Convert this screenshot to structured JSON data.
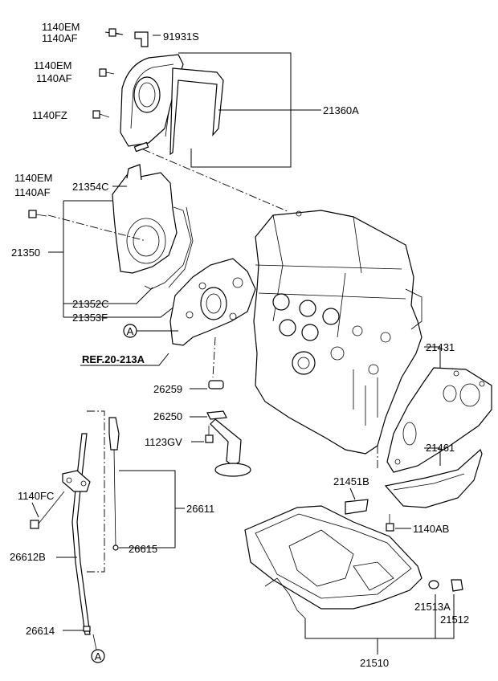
{
  "labels": {
    "l_1140em_a": "1140EM",
    "l_1140af_a": "1140AF",
    "l_91931s": "91931S",
    "l_1140em_b": "1140EM",
    "l_1140af_b": "1140AF",
    "l_21360a": "21360A",
    "l_1140fz": "1140FZ",
    "l_1140em_c": "1140EM",
    "l_1140af_c": "1140AF",
    "l_21354c": "21354C",
    "l_21350": "21350",
    "l_21352c": "21352C",
    "l_21353f": "21353F",
    "l_ref": "REF.20-213A",
    "l_21431": "21431",
    "l_26259": "26259",
    "l_26250": "26250",
    "l_1123gv": "1123GV",
    "l_21461": "21461",
    "l_21451b": "21451B",
    "l_1140fc": "1140FC",
    "l_26611": "26611",
    "l_1140ab": "1140AB",
    "l_26615": "26615",
    "l_26612b": "26612B",
    "l_21513a": "21513A",
    "l_21512": "21512",
    "l_26614": "26614",
    "l_21510": "21510",
    "marker_a_top": "A",
    "marker_a_bottom": "A"
  }
}
